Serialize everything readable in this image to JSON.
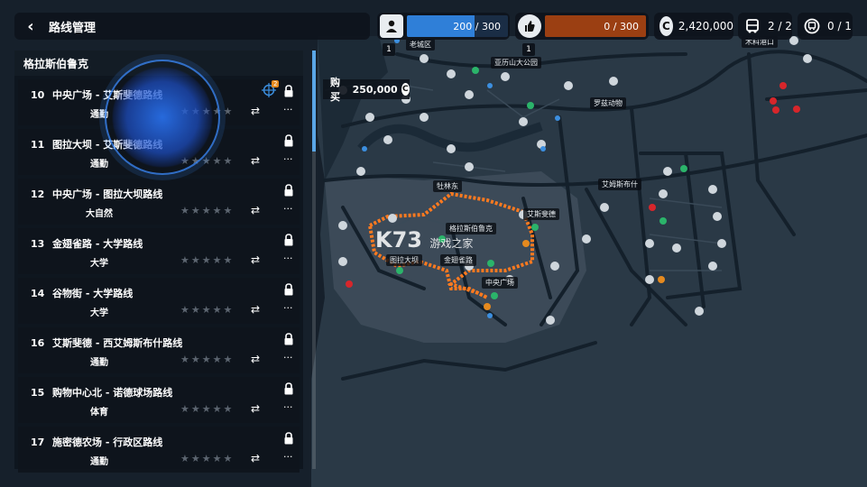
{
  "header": {
    "back_icon": "chevron-left-icon",
    "title": "路线管理"
  },
  "stats": {
    "drivers": {
      "icon": "driver-icon",
      "value": "200 / 300",
      "level": "1",
      "fill_fraction": 0.67,
      "color": "#2f7fd8"
    },
    "reputation": {
      "icon": "thumbs-up-icon",
      "value": "0 / 300",
      "level": "1",
      "fill_fraction": 1.0,
      "color": "#9b3f12"
    },
    "money": {
      "icon": "coin-icon",
      "value": "2,420,000"
    },
    "buses": {
      "icon": "bus-icon",
      "value": "2 / 2"
    },
    "stops": {
      "icon": "bus-stop-icon",
      "value": "0 / 1"
    }
  },
  "panel": {
    "region": "格拉斯伯鲁克",
    "routes": [
      {
        "num": "10",
        "name": "中央广场 - 艾斯斐德路线",
        "category": "通勤",
        "stars": 0,
        "locked": true,
        "badge": "2"
      },
      {
        "num": "11",
        "name": "图拉大坝 - 艾斯斐德路线",
        "category": "通勤",
        "stars": 0,
        "locked": true
      },
      {
        "num": "12",
        "name": "中央广场 - 图拉大坝路线",
        "category": "大自然",
        "stars": 0,
        "locked": true
      },
      {
        "num": "13",
        "name": "金翅雀路 - 大学路线",
        "category": "大学",
        "stars": 0,
        "locked": true
      },
      {
        "num": "14",
        "name": "谷物街 - 大学路线",
        "category": "大学",
        "stars": 0,
        "locked": true
      },
      {
        "num": "16",
        "name": "艾斯斐德 - 西艾姆斯布什路线",
        "category": "通勤",
        "stars": 0,
        "locked": true
      },
      {
        "num": "15",
        "name": "购物中心北 - 诺德球场路线",
        "category": "体育",
        "stars": 0,
        "locked": true
      },
      {
        "num": "17",
        "name": "施密德农场 - 行政区路线",
        "category": "通勤",
        "stars": 0,
        "locked": true
      }
    ],
    "star_glyphs": "★★★★★",
    "bus_glyph": "⇄",
    "more_glyph": "···"
  },
  "buy": {
    "label": "购买",
    "price": "250,000",
    "coin_glyph": "C"
  },
  "map": {
    "labels": [
      {
        "text": "老城区"
      },
      {
        "text": "亚历山大公园"
      },
      {
        "text": "罗兹动物"
      },
      {
        "text": "艾姆斯布什"
      },
      {
        "text": "格拉斯伯鲁克"
      },
      {
        "text": "中央广场"
      },
      {
        "text": "图拉大坝"
      },
      {
        "text": "金翅雀路"
      },
      {
        "text": "牡林东"
      },
      {
        "text": "艾斯斐德"
      },
      {
        "text": "木料港口"
      }
    ],
    "watermark": "K73",
    "watermark_sub": "游戏之家"
  }
}
